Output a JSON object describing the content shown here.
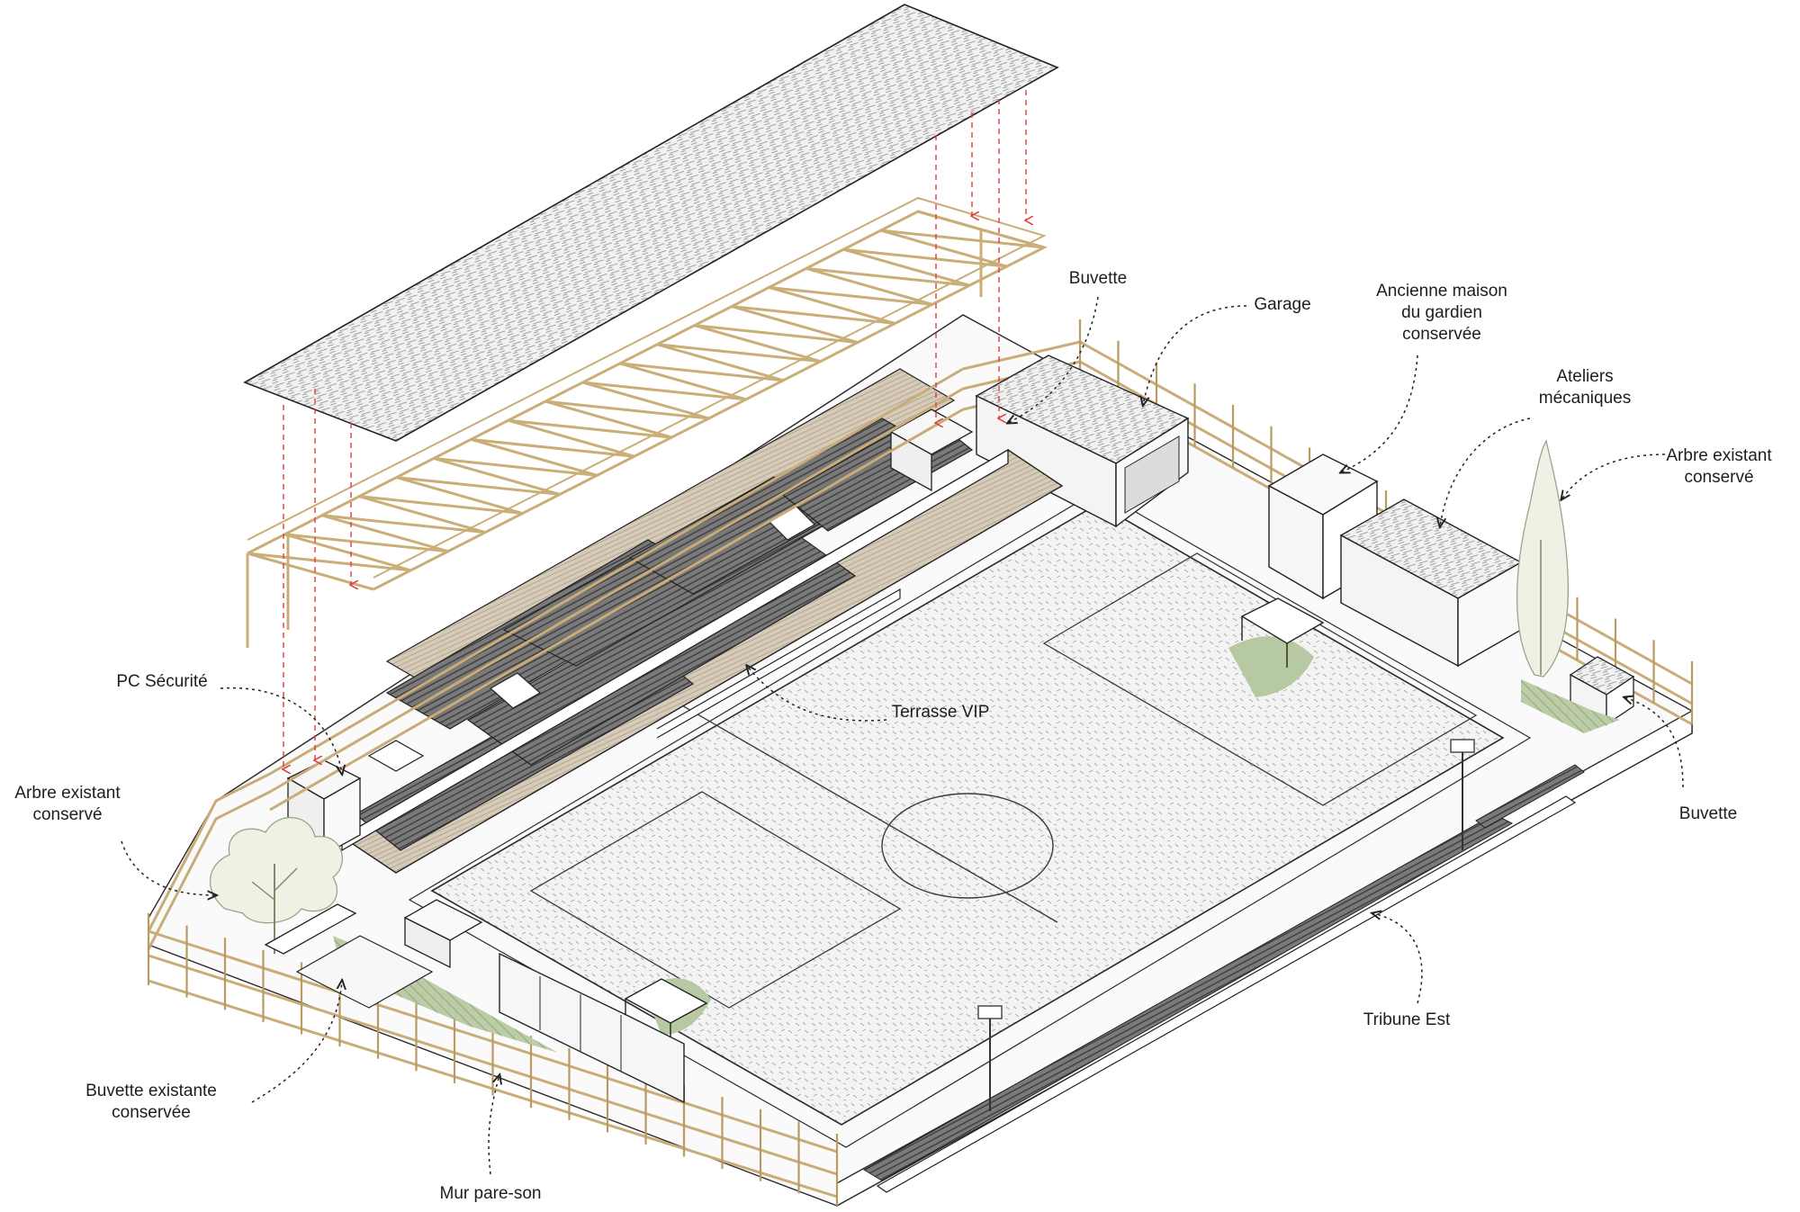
{
  "colors": {
    "line": "#2a2a2a",
    "timber": "#d7c08f",
    "timber_dark": "#b99a62",
    "deck": "#d2c6b4",
    "seats": "#6e6e6e",
    "grass": "#b6c9a2",
    "pitch": "#eeeeee",
    "roof": "#efefef",
    "arrow": "#e03c3c",
    "tree": "#dfe6cf"
  },
  "labels": {
    "buvette_north": [
      "Buvette"
    ],
    "garage": [
      "Garage"
    ],
    "ancienne_maison": [
      "Ancienne maison",
      "du gardien",
      "conservée"
    ],
    "ateliers": [
      "Ateliers",
      "mécaniques"
    ],
    "arbre_est": [
      "Arbre  existant",
      "conservé"
    ],
    "pc_securite": [
      "PC Sécurité"
    ],
    "terrasse_vip": [
      "Terrasse VIP"
    ],
    "arbre_ouest": [
      "Arbre existant",
      "conservé"
    ],
    "buvette_est": [
      "Buvette"
    ],
    "tribune_est": [
      "Tribune Est"
    ],
    "buvette_existante": [
      "Buvette existante",
      "conservée"
    ],
    "mur_pare_son": [
      "Mur pare-son"
    ]
  }
}
